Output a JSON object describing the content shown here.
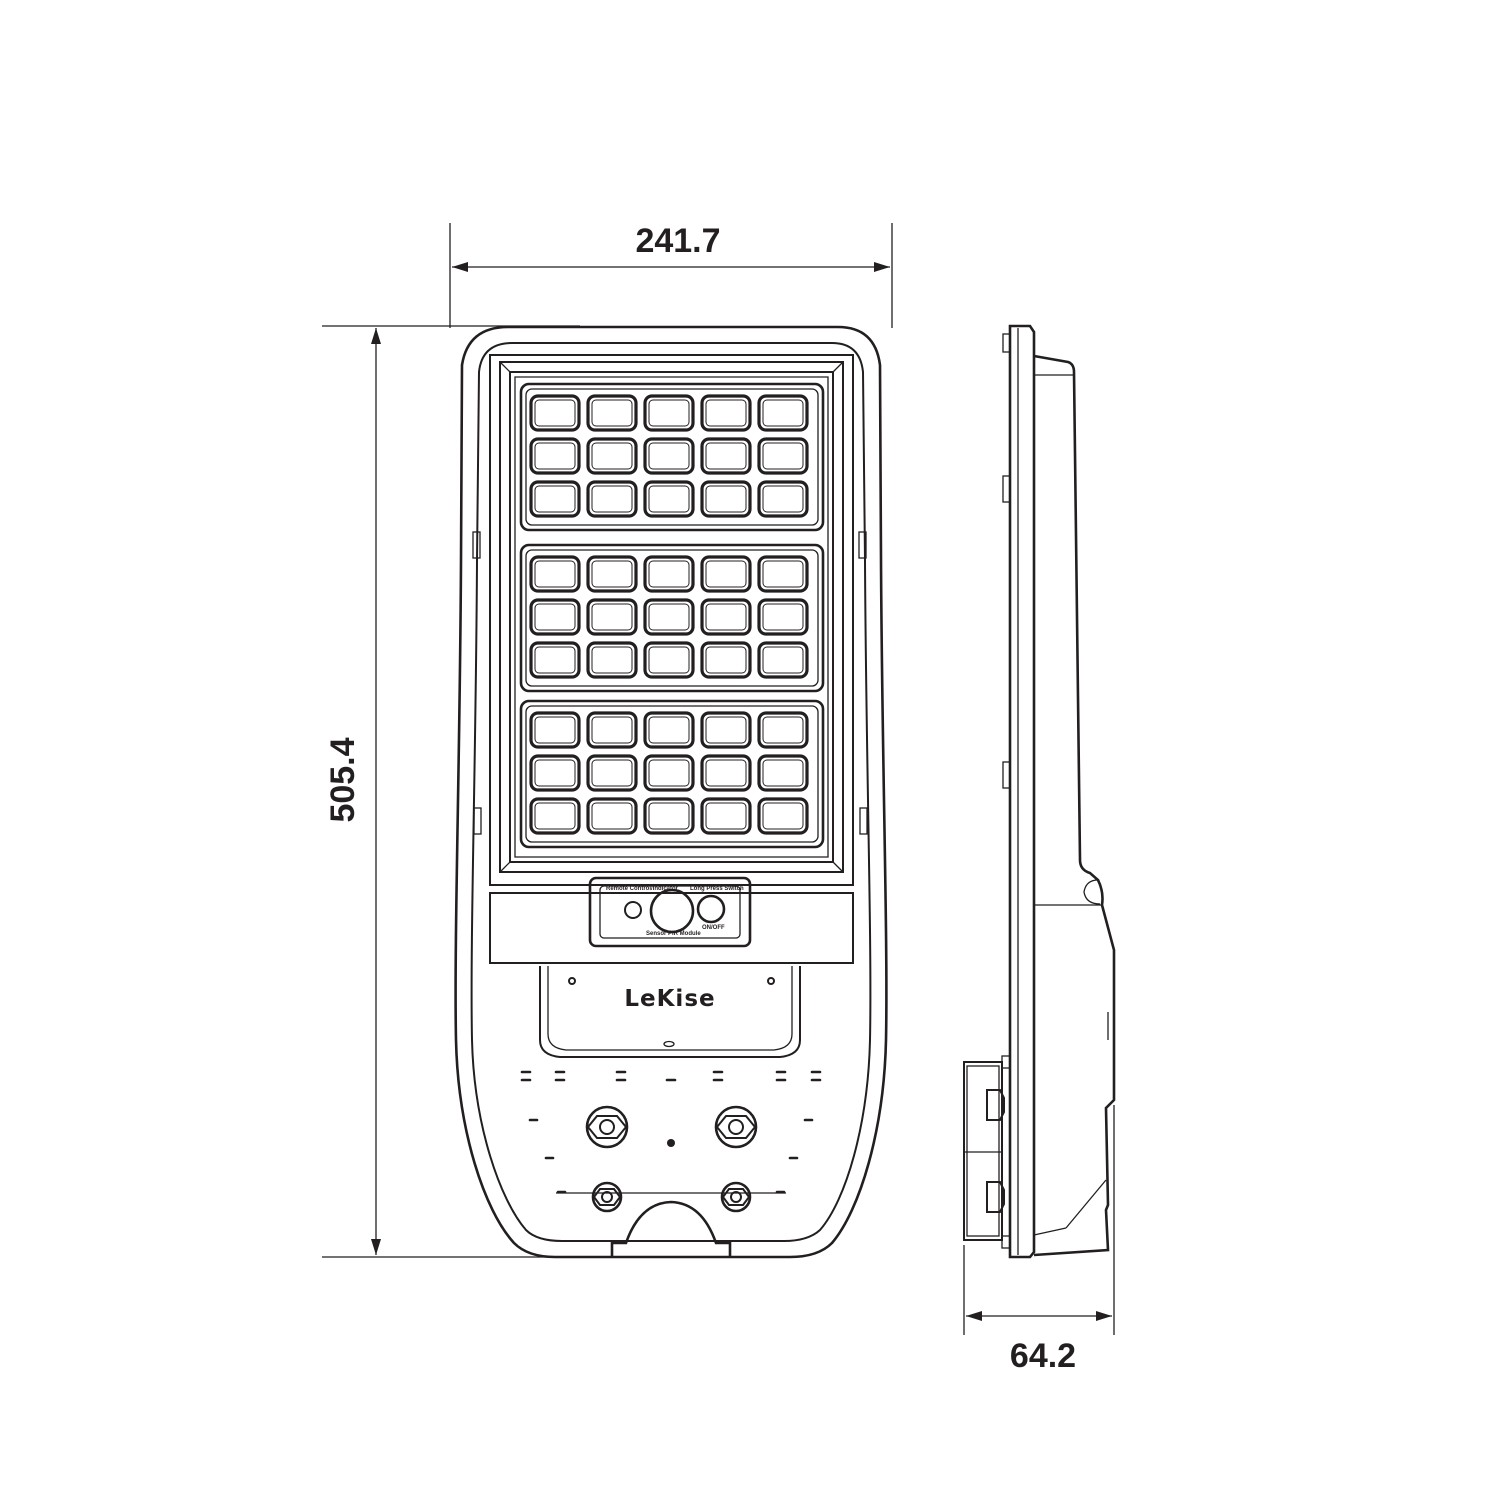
{
  "dimensions": {
    "width": "241.7",
    "height": "505.4",
    "depth": "64.2"
  },
  "brand": "LeKise",
  "sensor_labels": {
    "left_top": "Remote Control/Indicator",
    "right_top": "Long Press Switch",
    "bottom_center": "Sensor PIR Module",
    "right_bottom": "ON/OFF"
  },
  "solar_panel": {
    "modules": 3,
    "rows_per_module": 3,
    "cells_per_row": 5
  },
  "colors": {
    "line": "#231f20",
    "background": "#ffffff"
  }
}
